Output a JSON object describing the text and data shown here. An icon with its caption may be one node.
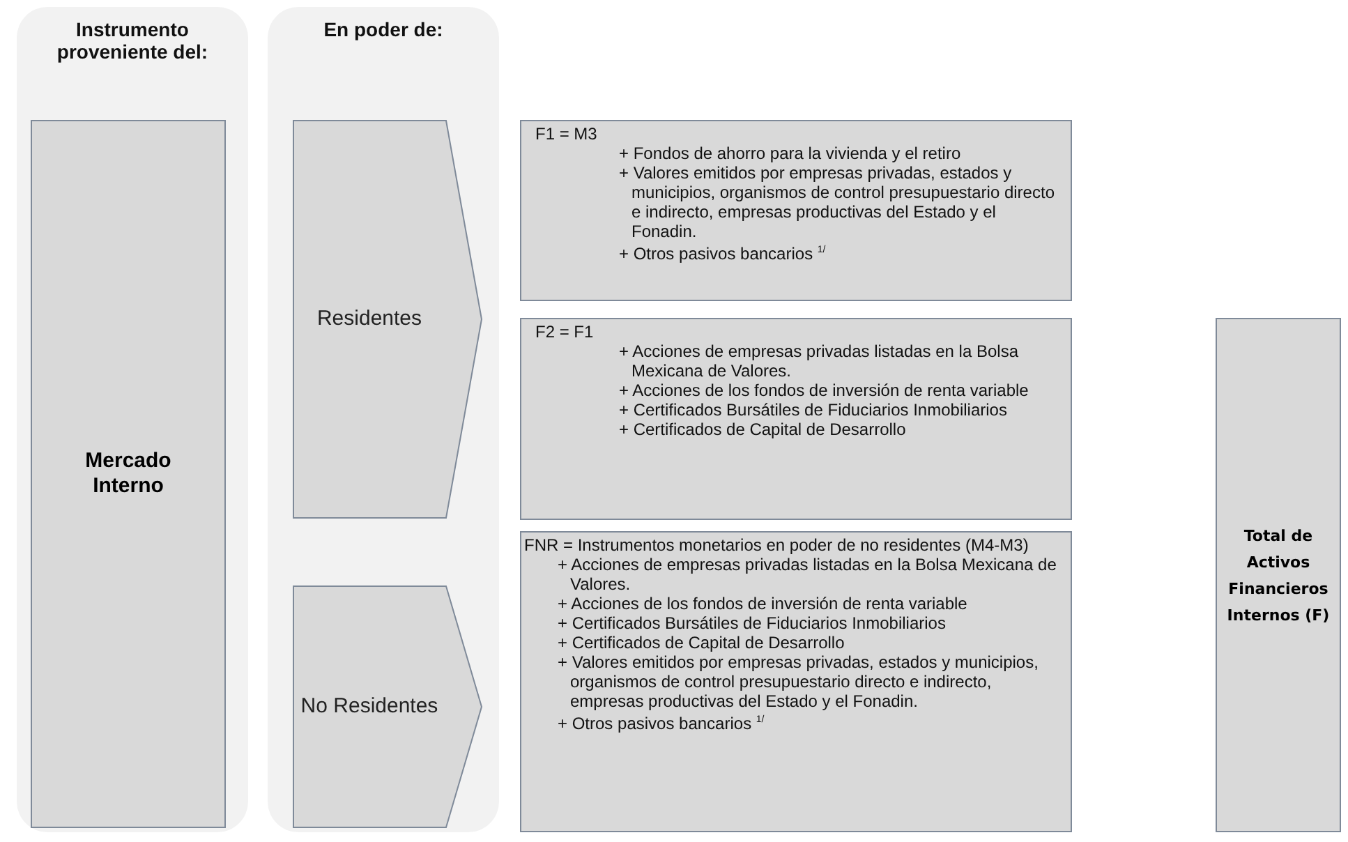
{
  "diagram": {
    "nodes": [
      {
        "text": [
          "Instrumento proveniente del:"
        ]
      },
      {
        "text": [
          "Mercado Interno"
        ],
        "in": 0
      },
      {
        "text": [
          "En poder de:"
        ]
      },
      {
        "text": [
          "Residentes"
        ],
        "in": 2
      },
      {
        "text": [
          "No Residentes"
        ],
        "in": 2
      },
      {
        "text": [
          "F1 = M3",
          "+ Fondos de ahorro para la vivienda y el retiro",
          "+ Valores emitidos por empresas privadas, estados y municipios, organismos de control presupuestario directo e indirecto, empresas productivas del Estado y el Fonadin.",
          "+ Otros pasivos bancarios $^{1/}$"
        ]
      },
      {
        "text": [
          "F2 = F1",
          "+ Acciones de empresas privadas listadas en la Bolsa Mexicana de Valores.",
          "+ Acciones de los fondos de inversión de renta variable",
          "+ Certificados Bursátiles de Fiduciarios Inmobiliarios",
          "+ Certificados de Capital de Desarrollo"
        ]
      },
      {
        "text": [
          "FNR = Instrumentos monetarios en poder de no residentes (M4-M3)",
          "+ Acciones de empresas privadas listadas en la Bolsa Mexicana de Valores.",
          "+ Acciones de los fondos de inversión de renta variable",
          "+ Certificados Bursátiles de Fiduciarios Inmobiliarios",
          "+ Certificados de Capital de Desarrollo",
          "+ Valores emitidos por empresas privadas, estados y municipios, organismos de control presupuestario directo e indirecto, empresas productivas del Estado y el Fonadin.",
          "+ Otros pasivos bancarios $^{1/}$"
        ]
      },
      {
        "text": [
          "Total de Activos Financieros Internos (F)"
        ]
      }
    ]
  }
}
